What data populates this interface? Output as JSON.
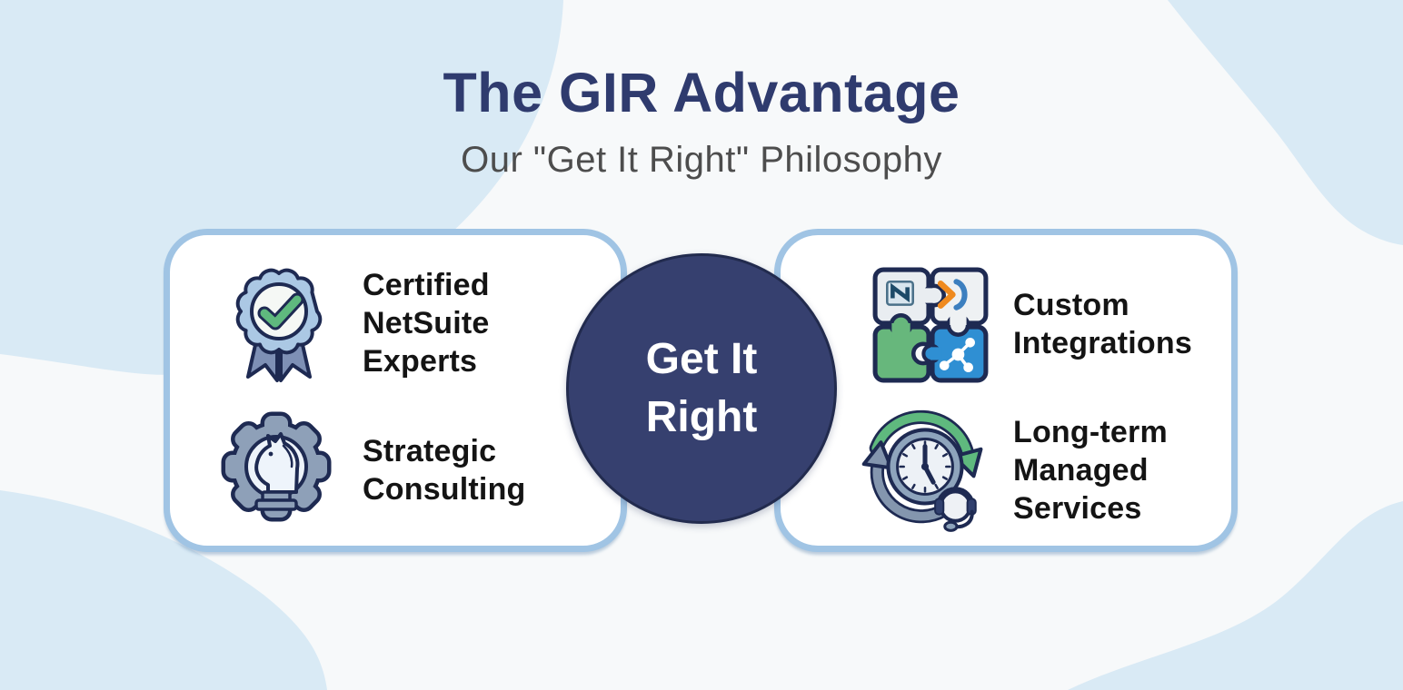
{
  "header": {
    "title": "The GIR Advantage",
    "subtitle": "Our \"Get It Right\" Philosophy"
  },
  "center_badge": {
    "label": "Get It Right",
    "lines": [
      "Get It",
      "Right"
    ]
  },
  "left_card": {
    "items": [
      {
        "icon": "certified-badge-icon",
        "label": "Certified NetSuite Experts",
        "lines": [
          "Certified",
          "NetSuite",
          "Experts"
        ]
      },
      {
        "icon": "gear-knight-icon",
        "label": "Strategic Consulting",
        "lines": [
          "Strategic",
          "Consulting"
        ]
      }
    ]
  },
  "right_card": {
    "items": [
      {
        "icon": "puzzle-integrations-icon",
        "label": "Custom Integrations",
        "lines": [
          "Custom",
          "Integrations"
        ]
      },
      {
        "icon": "clock-headset-icon",
        "label": "Long-term Managed Services",
        "lines": [
          "Long-term",
          "Managed",
          "Services"
        ]
      }
    ]
  },
  "colors": {
    "background": "#f7f9fa",
    "blob_blue": "#d9eaf5",
    "card_border_blue": "#a0c4e4",
    "circle_navy": "#36406f",
    "title_navy": "#2f3b6e",
    "subtitle_gray": "#4d4d4d",
    "text_dark": "#141414",
    "check_green": "#5fb97e",
    "icon_outline_navy": "#1e2a52"
  }
}
